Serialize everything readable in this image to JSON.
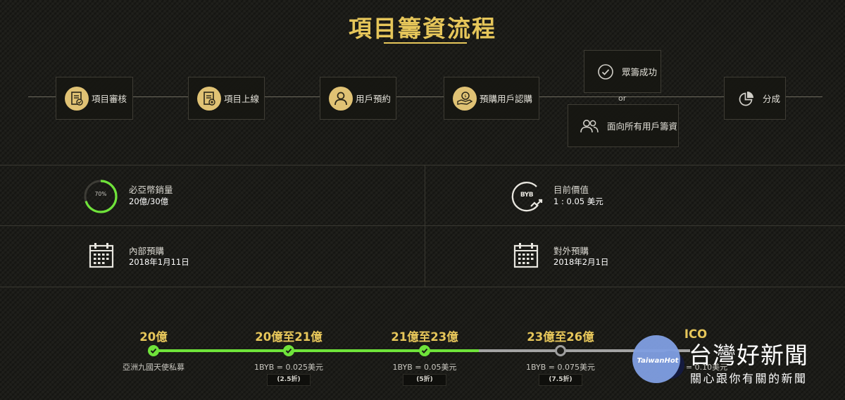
{
  "title": "項目籌資流程",
  "flow": {
    "steps": [
      {
        "label": "項目審核",
        "icon": "document-check-icon"
      },
      {
        "label": "項目上線",
        "icon": "document-online-icon"
      },
      {
        "label": "用戶預約",
        "icon": "user-icon"
      },
      {
        "label": "預購用戶認購",
        "icon": "coin-hand-icon"
      }
    ],
    "branch_success": {
      "label": "眾籌成功",
      "icon": "check-circle-icon"
    },
    "or_text": "or",
    "branch_public": {
      "label": "面向所有用戶籌資",
      "icon": "users-icon"
    },
    "final": {
      "label": "分成",
      "icon": "pie-chart-icon"
    }
  },
  "info": {
    "sales": {
      "label": "必亞幣銷量",
      "value": "20億/30億",
      "progress_text": "70%",
      "progress": 0.7
    },
    "price": {
      "label": "目前價值",
      "value": "1 : 0.05 美元",
      "logo_text": "BYB"
    },
    "internal": {
      "label": "內部預購",
      "value": "2018年1月11日"
    },
    "external": {
      "label": "對外預購",
      "value": "2018年2月1日"
    }
  },
  "timeline": {
    "stages": [
      {
        "title": "20億",
        "desc": "亞洲九國天使私募",
        "badge": "",
        "done": true
      },
      {
        "title": "20億至21億",
        "desc": "1BYB = 0.025美元",
        "badge": "(2.5折)",
        "done": true
      },
      {
        "title": "21億至23億",
        "desc": "1BYB = 0.05美元",
        "badge": "(5折)",
        "done": true
      },
      {
        "title": "23億至26億",
        "desc": "1BYB = 0.075美元",
        "badge": "(7.5折)",
        "done": false
      },
      {
        "title": "ICO",
        "desc": "B = 0.10美元",
        "badge": "",
        "done": false
      }
    ]
  },
  "watermark": {
    "logo_text": "TaiwanHot",
    "brand": "台灣好新聞",
    "slogan": "關心跟你有關的新聞"
  },
  "colors": {
    "gold": "#e6c65a",
    "progress_green": "#6fe33a",
    "pending_gray": "#9f9f9f",
    "background": "#1c1c18"
  }
}
